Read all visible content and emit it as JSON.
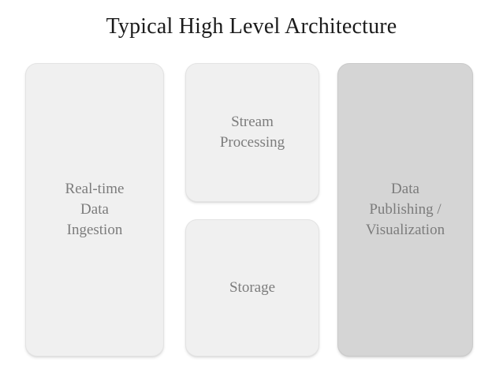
{
  "title": "Typical High Level Architecture",
  "colors": {
    "background": "#ffffff",
    "title_text": "#1b1b1b",
    "box_light_fill": "#f0f0f0",
    "box_light_border": "#e3e3e3",
    "box_dark_fill": "#d5d5d5",
    "box_dark_border": "#cacaca",
    "box_label_text": "#7c7c7c"
  },
  "boxes": [
    {
      "id": "ingestion",
      "label": "Real-time\nData\nIngestion",
      "lines": [
        "Real-time",
        "Data",
        "Ingestion"
      ],
      "shade": "light",
      "column": "left"
    },
    {
      "id": "stream-processing",
      "label": "Stream\nProcessing",
      "lines": [
        "Stream",
        "Processing"
      ],
      "shade": "light",
      "column": "middle"
    },
    {
      "id": "storage",
      "label": "Storage",
      "lines": [
        "Storage"
      ],
      "shade": "light",
      "column": "middle"
    },
    {
      "id": "publishing-visualization",
      "label": "Data\nPublishing /\nVisualization",
      "lines": [
        "Data",
        "Publishing /",
        "Visualization"
      ],
      "shade": "dark",
      "column": "right"
    }
  ]
}
